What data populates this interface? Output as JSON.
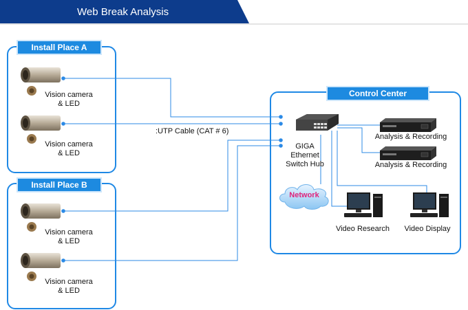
{
  "header": {
    "title": "Web Break Analysis"
  },
  "install_a": {
    "label": "Install Place A",
    "cameras": [
      {
        "line1": "Vision camera",
        "line2": "& LED"
      },
      {
        "line1": "Vision camera",
        "line2": "& LED"
      }
    ]
  },
  "install_b": {
    "label": "Install Place B",
    "cameras": [
      {
        "line1": "Vision camera",
        "line2": "& LED"
      },
      {
        "line1": "Vision camera",
        "line2": "& LED"
      }
    ]
  },
  "cable_label": ":UTP Cable (CAT # 6)",
  "control": {
    "label": "Control Center",
    "switch": {
      "line1": "GIGA",
      "line2": "Ethernet",
      "line3": "Switch Hub"
    },
    "recorders": [
      "Analysis & Recording",
      "Analysis & Recording"
    ],
    "network": "Network",
    "pcs": [
      "Video Research",
      "Video Display"
    ]
  },
  "colors": {
    "accent": "#1e88e5",
    "header": "#0d3c8c",
    "network_text": "#e0237a"
  }
}
